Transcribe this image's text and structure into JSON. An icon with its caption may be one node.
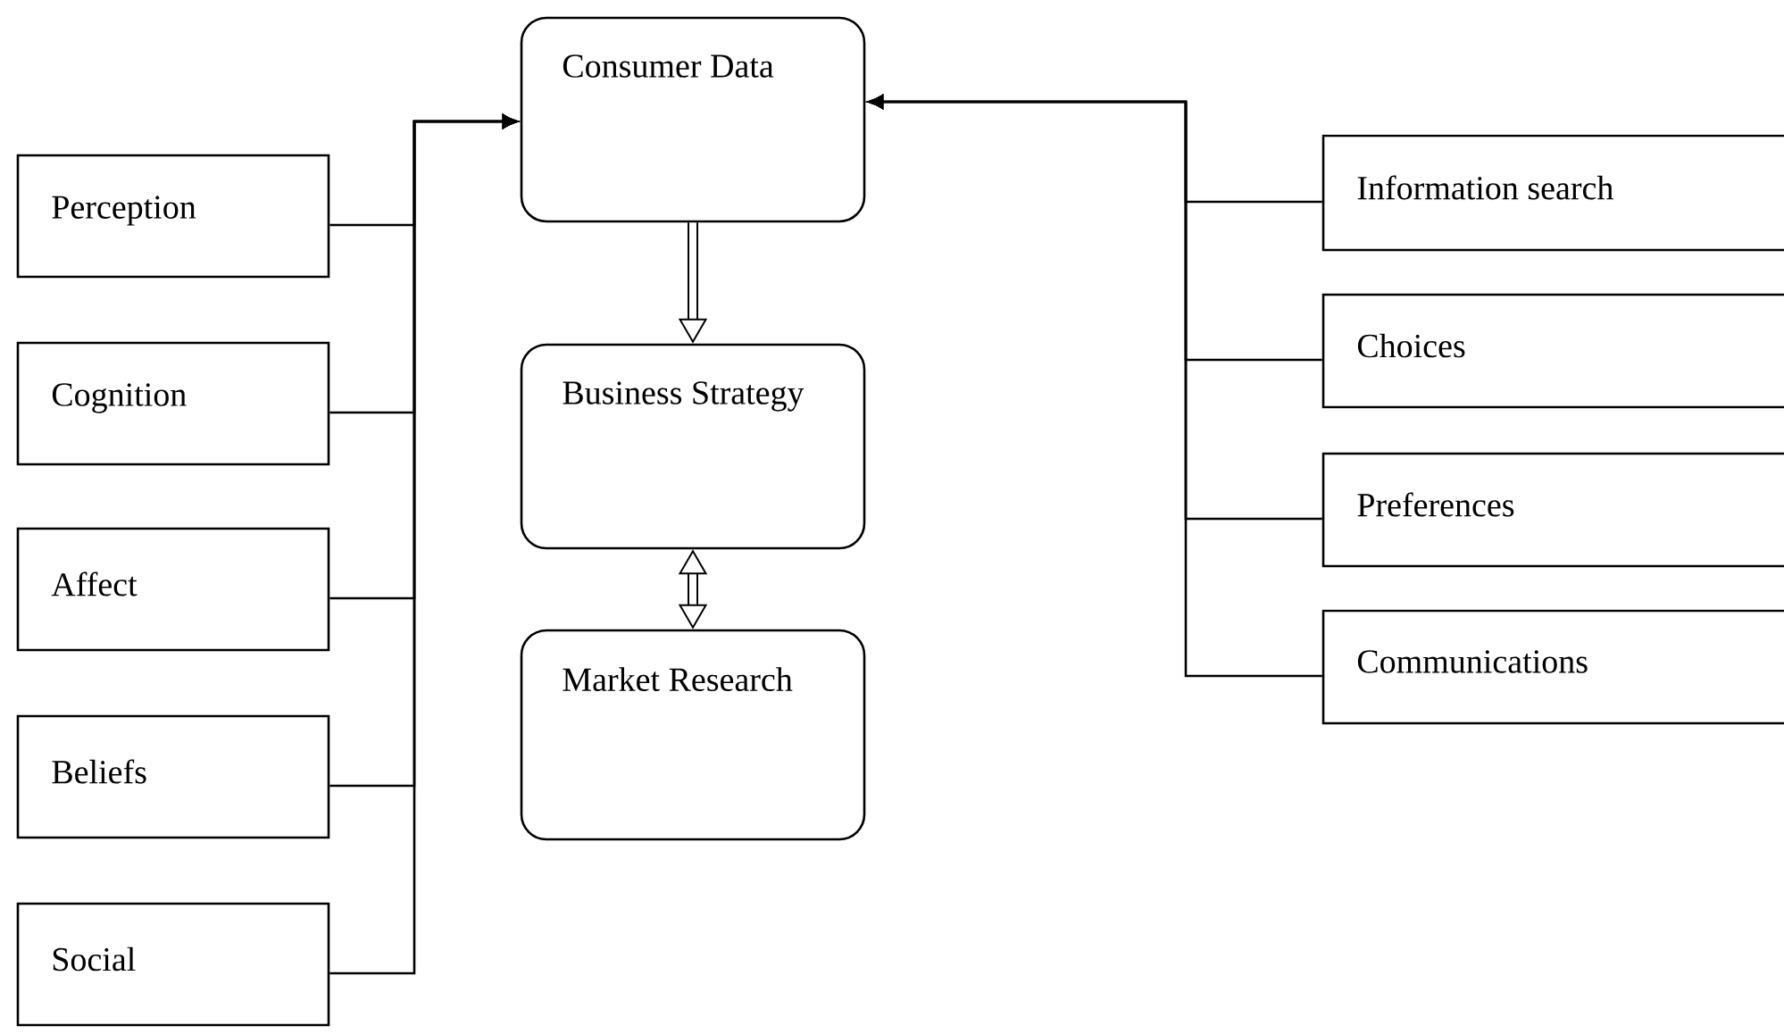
{
  "diagram": {
    "nodes": [
      {
        "text": [
          "Consumer Data"
        ]
      },
      {
        "text": [
          "Business Strategy"
        ]
      },
      {
        "text": [
          "Market Research"
        ]
      },
      {
        "text": [
          "Perception"
        ]
      },
      {
        "text": [
          "Cognition"
        ]
      },
      {
        "text": [
          "Affect"
        ]
      },
      {
        "text": [
          "Beliefs"
        ]
      },
      {
        "text": [
          "Social"
        ]
      },
      {
        "text": [
          "Information search"
        ]
      },
      {
        "text": [
          "Choices"
        ]
      },
      {
        "text": [
          "Preferences"
        ]
      },
      {
        "text": [
          "Communications"
        ]
      }
    ],
    "edges": [
      {
        "from": 0,
        "to": 1,
        "arrow": "to",
        "style": "thick"
      },
      {
        "from": 1,
        "to": 2,
        "arrow": "both",
        "style": "thick"
      },
      {
        "from": 3,
        "to": 0,
        "arrow": "to"
      },
      {
        "from": 4,
        "to": 0,
        "arrow": "to"
      },
      {
        "from": 5,
        "to": 0,
        "arrow": "to"
      },
      {
        "from": 6,
        "to": 0,
        "arrow": "to"
      },
      {
        "from": 7,
        "to": 0,
        "arrow": "to"
      },
      {
        "from": 8,
        "to": 0,
        "arrow": "to"
      },
      {
        "from": 9,
        "to": 0,
        "arrow": "to"
      },
      {
        "from": 10,
        "to": 0,
        "arrow": "to"
      },
      {
        "from": 11,
        "to": 0,
        "arrow": "to"
      }
    ]
  }
}
